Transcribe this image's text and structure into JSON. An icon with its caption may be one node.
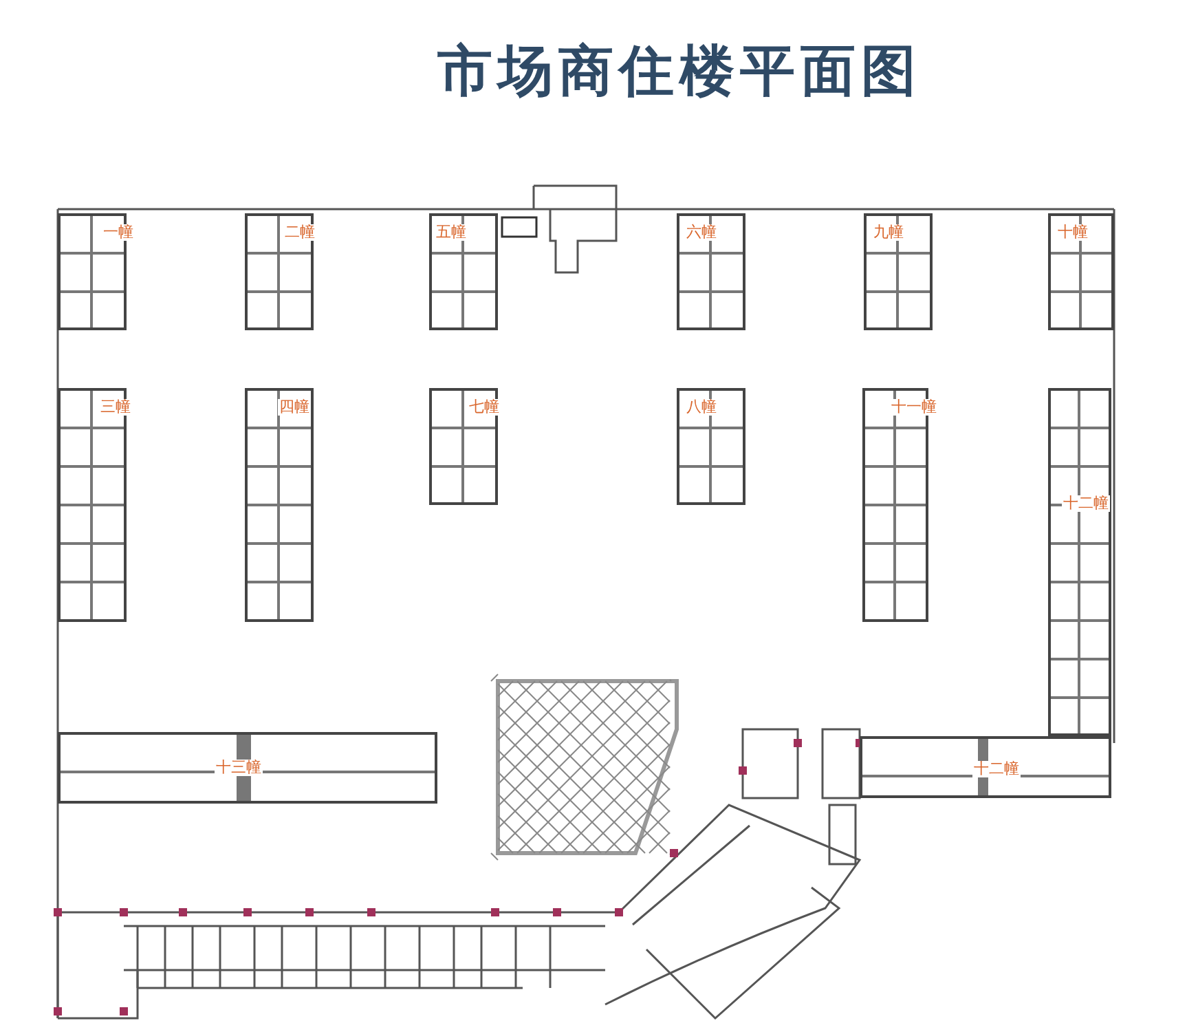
{
  "diagram": {
    "title": "市场商住楼平面图",
    "nodes": [
      {
        "text": [
          "一幢"
        ]
      },
      {
        "text": [
          "二幢"
        ]
      },
      {
        "text": [
          "五幢"
        ]
      },
      {
        "text": [
          "六幢"
        ]
      },
      {
        "text": [
          "九幢"
        ]
      },
      {
        "text": [
          "十幢"
        ]
      },
      {
        "text": [
          "三幢"
        ]
      },
      {
        "text": [
          "四幢"
        ]
      },
      {
        "text": [
          "七幢"
        ]
      },
      {
        "text": [
          "八幢"
        ]
      },
      {
        "text": [
          "十一幢"
        ]
      },
      {
        "text": [
          "十二幢"
        ]
      },
      {
        "text": [
          "十三幢"
        ]
      },
      {
        "text": [
          "十二幢"
        ]
      }
    ]
  }
}
